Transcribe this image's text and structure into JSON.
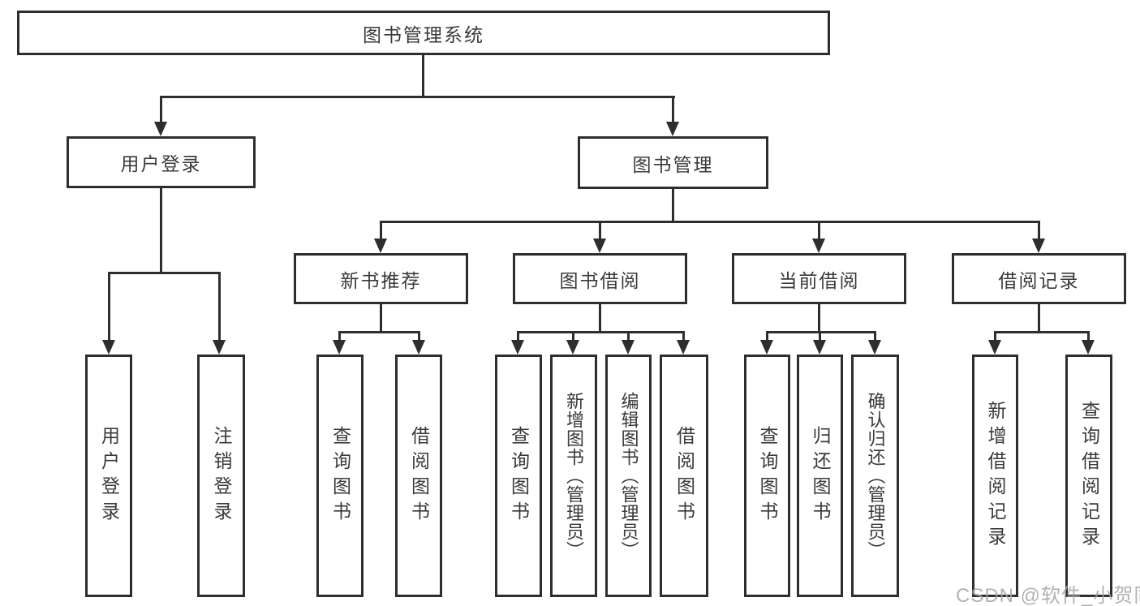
{
  "title": "图书管理系统",
  "watermark": "CSDN @软件_小贺同学",
  "colors": {
    "line": "#2e2e2e",
    "text": "#3a3a3a",
    "watermark": "#a5a5a5",
    "background": "#ffffff"
  },
  "tree": {
    "root": {
      "label": "图书管理系统"
    },
    "user": {
      "label": "用户登录",
      "children": [
        {
          "label": "用户登录"
        },
        {
          "label": "注销登录"
        }
      ]
    },
    "book": {
      "label": "图书管理",
      "groups": [
        {
          "label": "新书推荐",
          "children": [
            {
              "label": "查询图书"
            },
            {
              "label": "借阅图书"
            }
          ]
        },
        {
          "label": "图书借阅",
          "children": [
            {
              "label": "查询图书"
            },
            {
              "label": "新增图书（管理员）"
            },
            {
              "label": "编辑图书（管理员）"
            },
            {
              "label": "借阅图书"
            }
          ]
        },
        {
          "label": "当前借阅",
          "children": [
            {
              "label": "查询图书"
            },
            {
              "label": "归还图书"
            },
            {
              "label": "确认归还（管理员）"
            }
          ]
        },
        {
          "label": "借阅记录",
          "children": [
            {
              "label": "新增借阅记录"
            },
            {
              "label": "查询借阅记录"
            }
          ]
        }
      ]
    }
  }
}
